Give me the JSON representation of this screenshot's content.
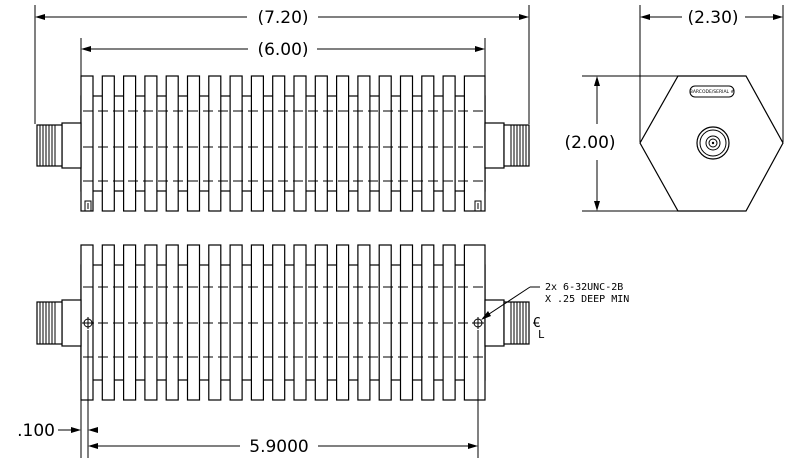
{
  "dimensions": {
    "overall_length": "(7.20)",
    "body_length": "(6.00)",
    "hex_width": "(2.30)",
    "hex_height": "(2.00)",
    "edge_offset": ".100",
    "hole_spacing": "5.9000"
  },
  "notes": {
    "mount_holes_line1": "2x 6-32UNC-2B",
    "mount_holes_line2": "X .25 DEEP MIN",
    "centerline_c": "C",
    "centerline_l": "L",
    "label_plate": "BARCODE/SERIAL #"
  }
}
